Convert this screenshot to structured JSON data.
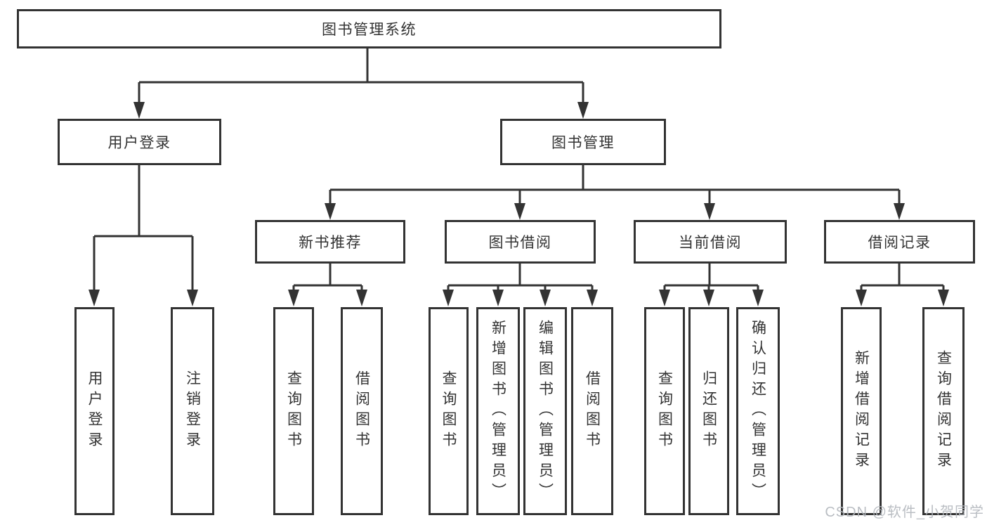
{
  "diagram": {
    "root": {
      "label": "图书管理系统"
    },
    "level2": [
      {
        "label": "用户登录"
      },
      {
        "label": "图书管理"
      }
    ],
    "level3": [
      {
        "label": "新书推荐"
      },
      {
        "label": "图书借阅"
      },
      {
        "label": "当前借阅"
      },
      {
        "label": "借阅记录"
      }
    ],
    "leaves": {
      "user": [
        {
          "label": "用户登录"
        },
        {
          "label": "注销登录"
        }
      ],
      "newbook": [
        {
          "label": "查询图书"
        },
        {
          "label": "借阅图书"
        }
      ],
      "borrow": [
        {
          "label": "查询图书"
        },
        {
          "label": "新增图书（管理员）"
        },
        {
          "label": "编辑图书（管理员）"
        },
        {
          "label": "借阅图书"
        }
      ],
      "current": [
        {
          "label": "查询图书"
        },
        {
          "label": "归还图书"
        },
        {
          "label": "确认归还（管理员）"
        }
      ],
      "record": [
        {
          "label": "新增借阅记录"
        },
        {
          "label": "查询借阅记录"
        }
      ]
    }
  },
  "watermark": {
    "text": "CSDN @软件_小贺同学"
  },
  "colors": {
    "line": "#333333",
    "box_border": "#333333",
    "box_fill": "#ffffff",
    "text": "#333333",
    "watermark": "#b3b7bd",
    "background": "#ffffff"
  }
}
